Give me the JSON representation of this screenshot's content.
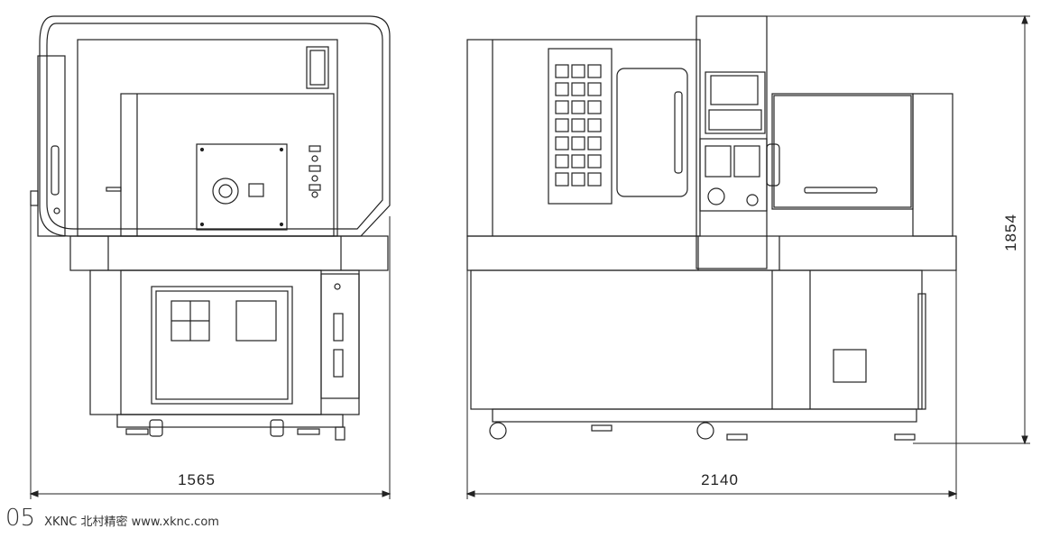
{
  "dimensions": {
    "front_width": "1565",
    "side_width": "2140",
    "height": "1854"
  },
  "footer": {
    "page_number": "05",
    "brand_text": "XKNC 北村精密 www.xknc.com"
  }
}
